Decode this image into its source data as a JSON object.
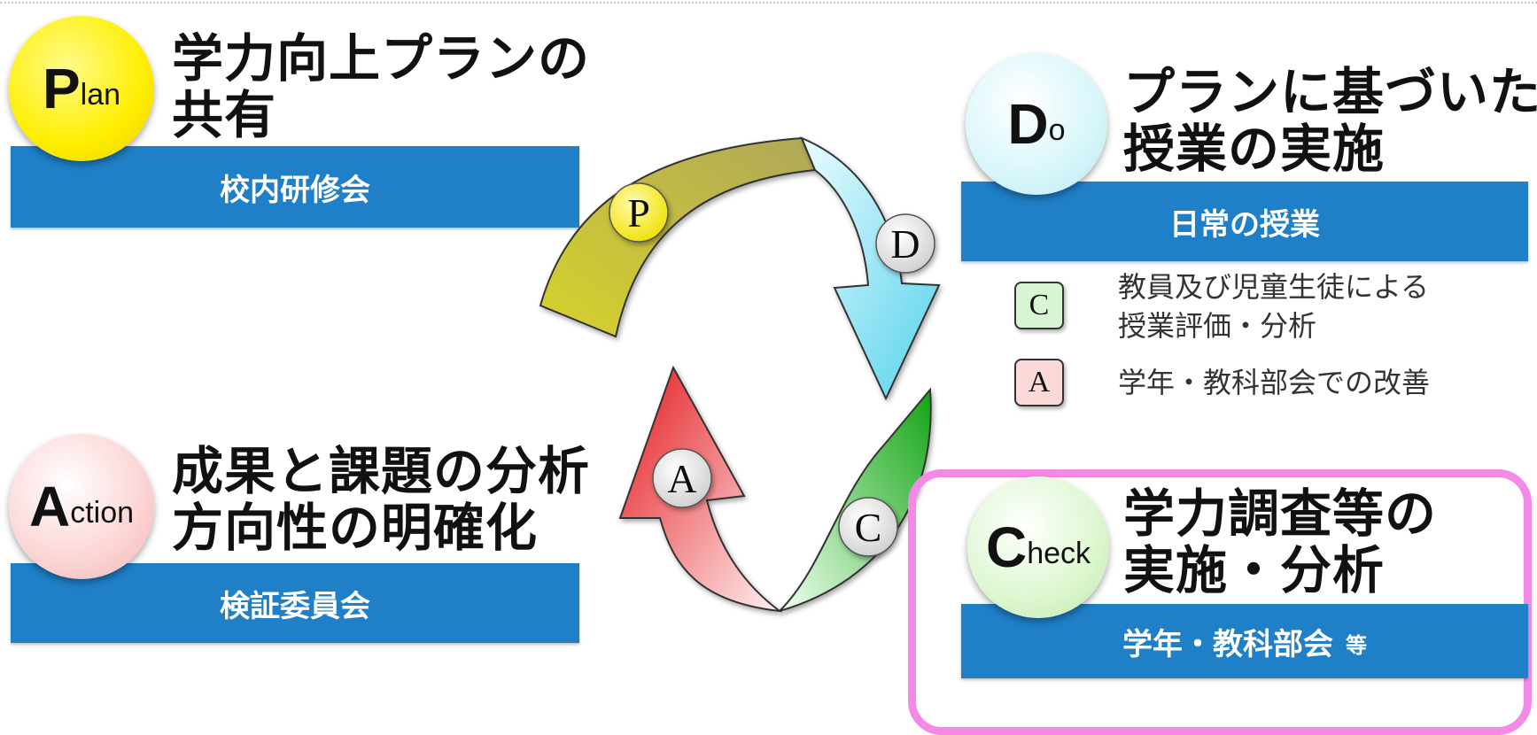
{
  "plan": {
    "circle_big": "P",
    "circle_rest": "lan",
    "heading": "学力向上プランの\n共有",
    "bar": "校内研修会",
    "color": "#ffee00"
  },
  "do": {
    "circle_big": "D",
    "circle_rest": "o",
    "heading": "プランに基づいた\n授業の実施",
    "bar": "日常の授業",
    "color": "#d7f6fb",
    "legend": [
      {
        "letter": "C",
        "text": "教員及び児童生徒による\n授業評価・分析",
        "color": "#d7f5d2"
      },
      {
        "letter": "A",
        "text": "学年・教科部会での改善",
        "color": "#fbd9d9"
      }
    ]
  },
  "action": {
    "circle_big": "A",
    "circle_rest": "ction",
    "heading": "成果と課題の分析\n方向性の明確化",
    "bar": "検証委員会",
    "color": "#fcd4d4"
  },
  "check": {
    "circle_big": "C",
    "circle_rest": "heck",
    "heading": "学力調査等の\n実施・分析",
    "bar": "学年・教科部会",
    "bar_suffix": "等",
    "color": "#dcf7cf",
    "highlight_color": "#f58ae6"
  },
  "cycle": {
    "labels": [
      "P",
      "D",
      "C",
      "A"
    ],
    "colors": {
      "P": "#c9c43a",
      "D": "#7fe0f0",
      "C": "#22b024",
      "A": "#e8262b"
    }
  }
}
